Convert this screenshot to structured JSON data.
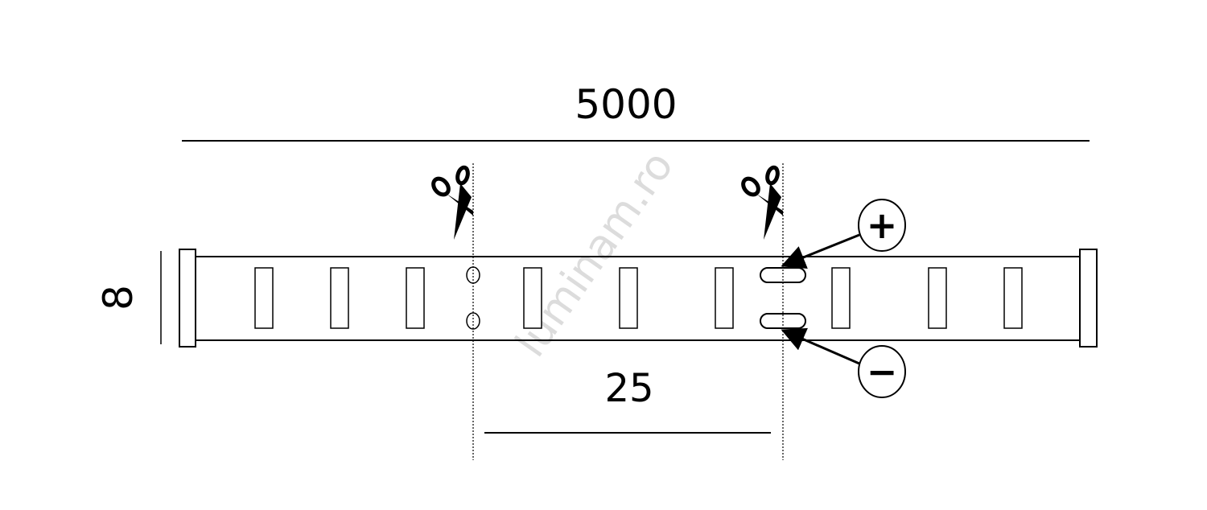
{
  "dimensions": {
    "total_length": "5000",
    "width": "8",
    "segment_length": "25"
  },
  "polarity": {
    "positive": "+",
    "negative": "−"
  },
  "watermark": "luminam.ro",
  "colors": {
    "line": "#000000",
    "watermark": "#d9d9d9"
  },
  "led_count_visible": 9
}
